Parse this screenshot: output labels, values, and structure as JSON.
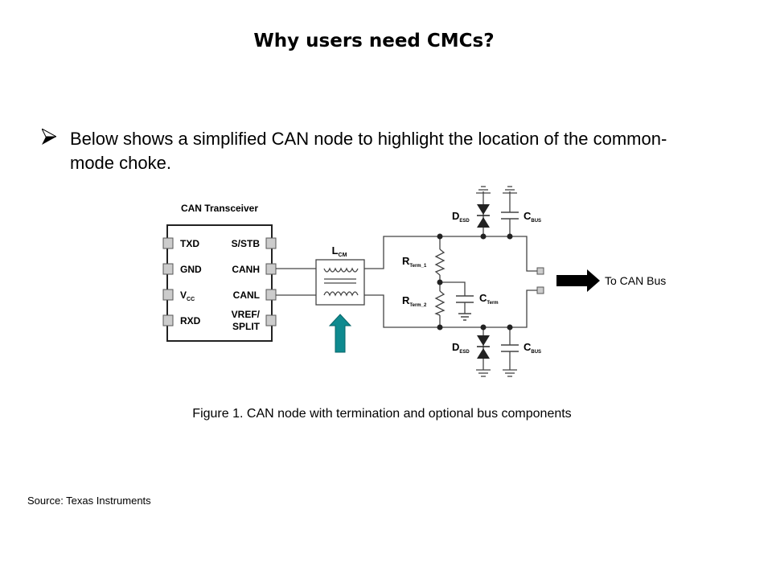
{
  "slide": {
    "title": "Why users need CMCs?",
    "bullet": {
      "icon": "arrowhead-bullet-icon",
      "text": "Below shows a simplified CAN node to highlight the location of the common-mode choke."
    },
    "caption": "Figure 1. CAN node with termination and optional bus components",
    "source": "Source: Texas Instruments"
  },
  "diagram": {
    "transceiver": {
      "title": "CAN Transceiver",
      "left_pins": [
        {
          "label": "TXD",
          "sub": ""
        },
        {
          "label": "GND",
          "sub": ""
        },
        {
          "label": "V",
          "sub": "CC"
        },
        {
          "label": "RXD",
          "sub": ""
        }
      ],
      "right_pins": [
        {
          "label": "S/STB",
          "line2": ""
        },
        {
          "label": "CANH",
          "line2": ""
        },
        {
          "label": "CANL",
          "line2": ""
        },
        {
          "label": "VREF/",
          "line2": "SPLIT"
        }
      ]
    },
    "choke": {
      "label": "L",
      "sub": "CM"
    },
    "highlight_arrow_color": "#0e8a8f",
    "components": {
      "desd_top": {
        "label": "D",
        "sub": "ESD"
      },
      "cbus_top": {
        "label": "C",
        "sub": "BUS"
      },
      "rterm1": {
        "label": "R",
        "sub": "Term_1"
      },
      "rterm2": {
        "label": "R",
        "sub": "Term_2"
      },
      "cterm": {
        "label": "C",
        "sub": "Term"
      },
      "desd_bottom": {
        "label": "D",
        "sub": "ESD"
      },
      "cbus_bottom": {
        "label": "C",
        "sub": "BUS"
      }
    },
    "bus_arrow_label": "To CAN Bus"
  }
}
